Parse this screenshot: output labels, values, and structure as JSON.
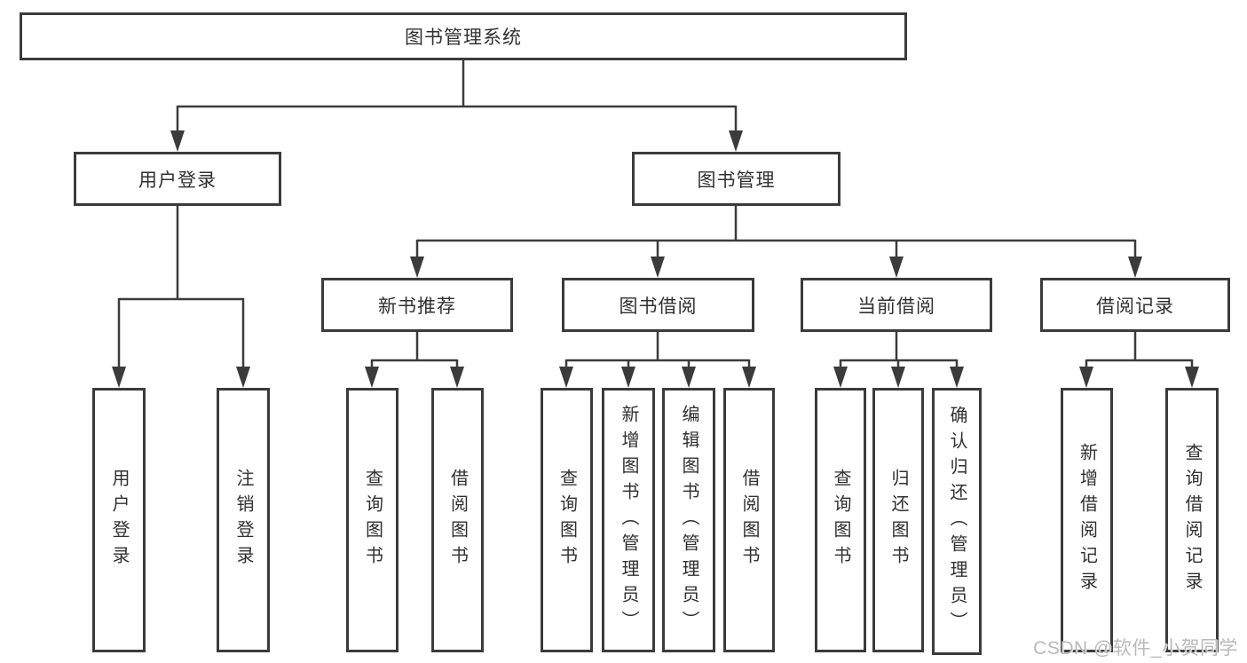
{
  "diagram": {
    "root": {
      "label": "图书管理系统"
    },
    "branches": [
      {
        "label": "用户登录",
        "children": [
          {
            "label": "用户登录"
          },
          {
            "label": "注销登录"
          }
        ]
      },
      {
        "label": "图书管理",
        "children": [
          {
            "label": "新书推荐",
            "children": [
              {
                "label": "查询图书"
              },
              {
                "label": "借阅图书"
              }
            ]
          },
          {
            "label": "图书借阅",
            "children": [
              {
                "label": "查询图书"
              },
              {
                "label": "新增图书（管理员）"
              },
              {
                "label": "编辑图书（管理员）"
              },
              {
                "label": "借阅图书"
              }
            ]
          },
          {
            "label": "当前借阅",
            "children": [
              {
                "label": "查询图书"
              },
              {
                "label": "归还图书"
              },
              {
                "label": "确认归还（管理员）"
              }
            ]
          },
          {
            "label": "借阅记录",
            "children": [
              {
                "label": "新增借阅记录"
              },
              {
                "label": "查询借阅记录"
              }
            ]
          }
        ]
      }
    ]
  },
  "watermark": {
    "text": "CSDN @软件_小贺同学"
  },
  "colors": {
    "line": "#3b3b3b",
    "text": "#303030",
    "watermark": "#b9b9b9",
    "background": "#ffffff"
  }
}
